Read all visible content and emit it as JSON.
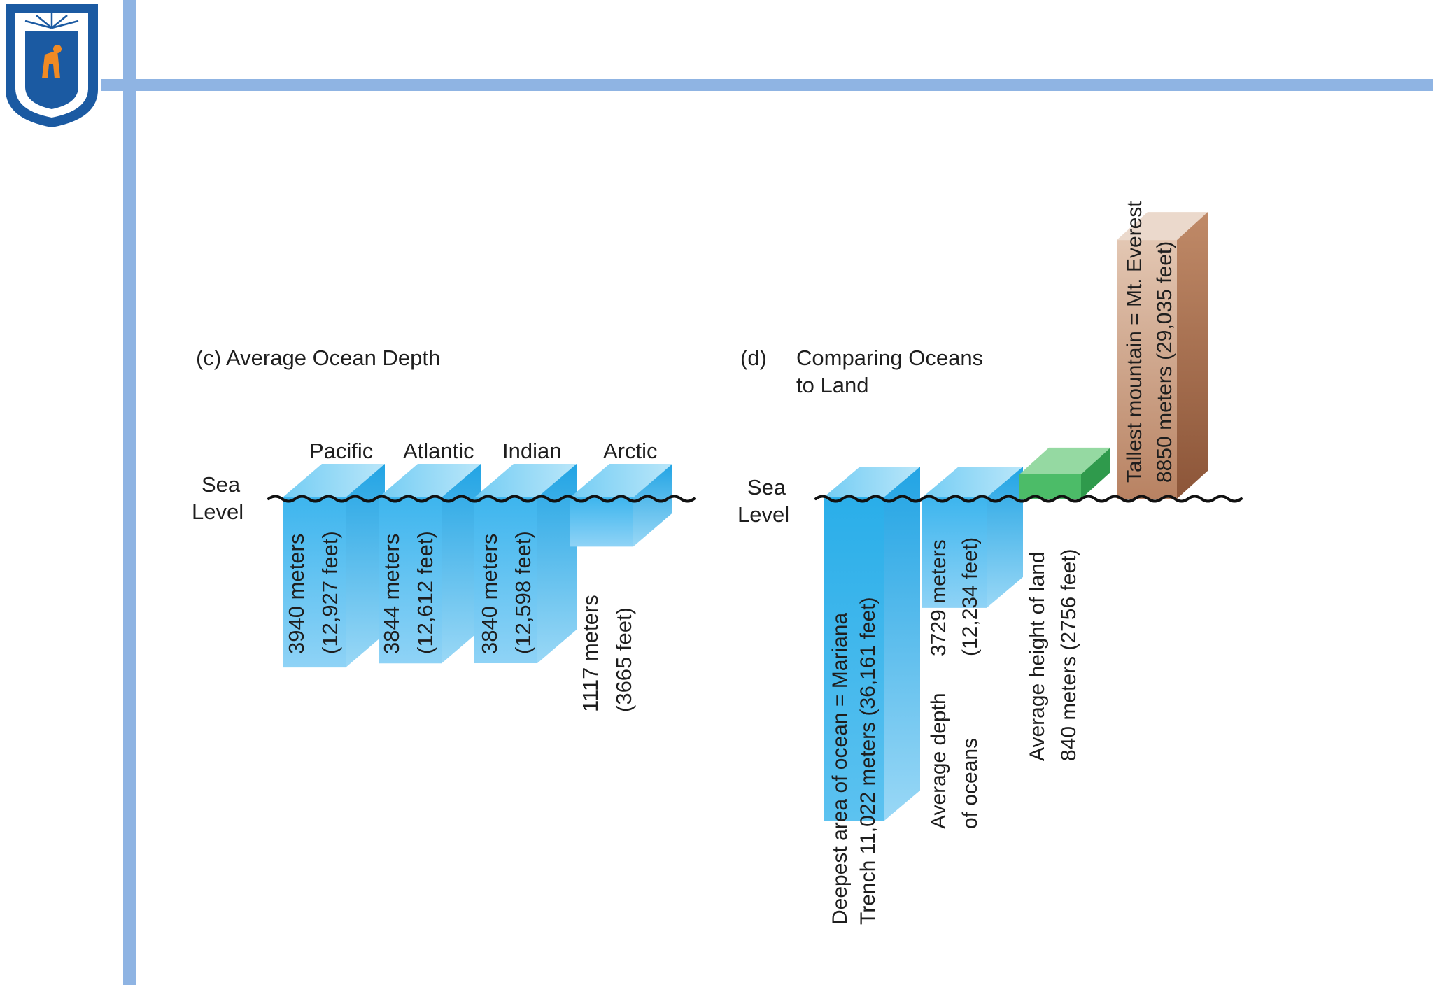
{
  "slide": {
    "logo_name": "university-seal",
    "accent_color": "#8fb4e3"
  },
  "chart_data": [
    {
      "type": "bar",
      "panel_label": "(c)",
      "title": "Average Ocean Depth",
      "baseline_label": [
        "Sea",
        "Level"
      ],
      "categories": [
        "Pacific",
        "Atlantic",
        "Indian",
        "Arctic"
      ],
      "values": [
        -3940,
        -3844,
        -3840,
        -1117
      ],
      "unit": "meters",
      "bar_labels": [
        [
          "3940 meters",
          "(12,927 feet)"
        ],
        [
          "3844 meters",
          "(12,612 feet)"
        ],
        [
          "3840 meters",
          "(12,598 feet)"
        ],
        [
          "1117 meters",
          "(3665 feet)"
        ]
      ],
      "colors": [
        "#49b9ef"
      ]
    },
    {
      "type": "bar",
      "panel_label": "(d)",
      "title": "Comparing Oceans to Land",
      "title_lines": [
        "Comparing Oceans",
        "to Land"
      ],
      "baseline_label": [
        "Sea",
        "Level"
      ],
      "categories": [
        "Deepest area of ocean",
        "Average depth of oceans",
        "Average height of land",
        "Tallest mountain"
      ],
      "values": [
        -11022,
        -3729,
        840,
        8850
      ],
      "unit": "meters",
      "bar_labels": [
        [
          "Deepest area of ocean = Mariana",
          "Trench 11,022 meters (36,161 feet)"
        ],
        [
          "3729 meters",
          "(12,234 feet)",
          "Average depth",
          "of oceans"
        ],
        [
          "Average height of land",
          "840 meters (2756 feet)"
        ],
        [
          "Tallest mountain = Mt. Everest",
          "8850 meters (29,035 feet)"
        ]
      ],
      "colors": [
        "#2fb2ec",
        "#49b9ef",
        "#4cbc68",
        "#b88262"
      ]
    }
  ]
}
